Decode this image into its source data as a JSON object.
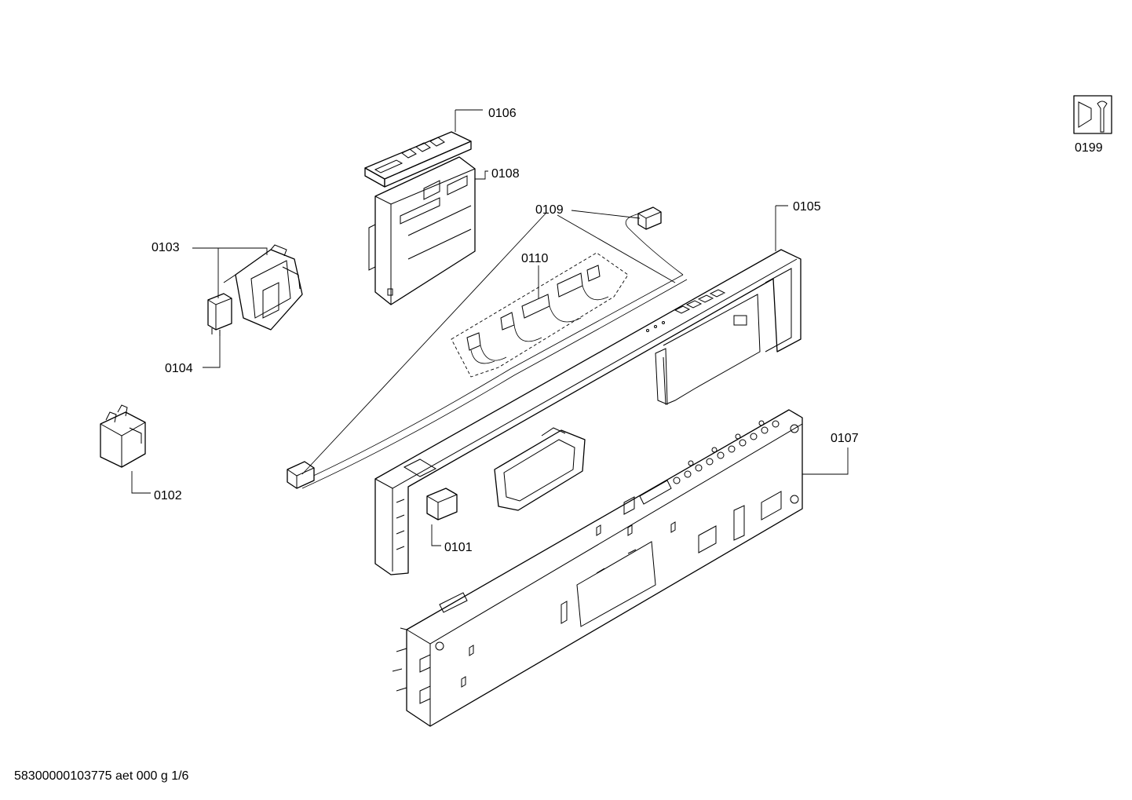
{
  "labels": {
    "p0101": "0101",
    "p0102": "0102",
    "p0103": "0103",
    "p0104": "0104",
    "p0105": "0105",
    "p0106": "0106",
    "p0107": "0107",
    "p0108": "0108",
    "p0109": "0109",
    "p0110": "0110",
    "p0199": "0199"
  },
  "footer": "58300000103775 aet 000 g 1/6",
  "icons": {
    "service_symbol": "wrench-service-icon"
  },
  "colors": {
    "line": "#000000",
    "background": "#ffffff"
  }
}
